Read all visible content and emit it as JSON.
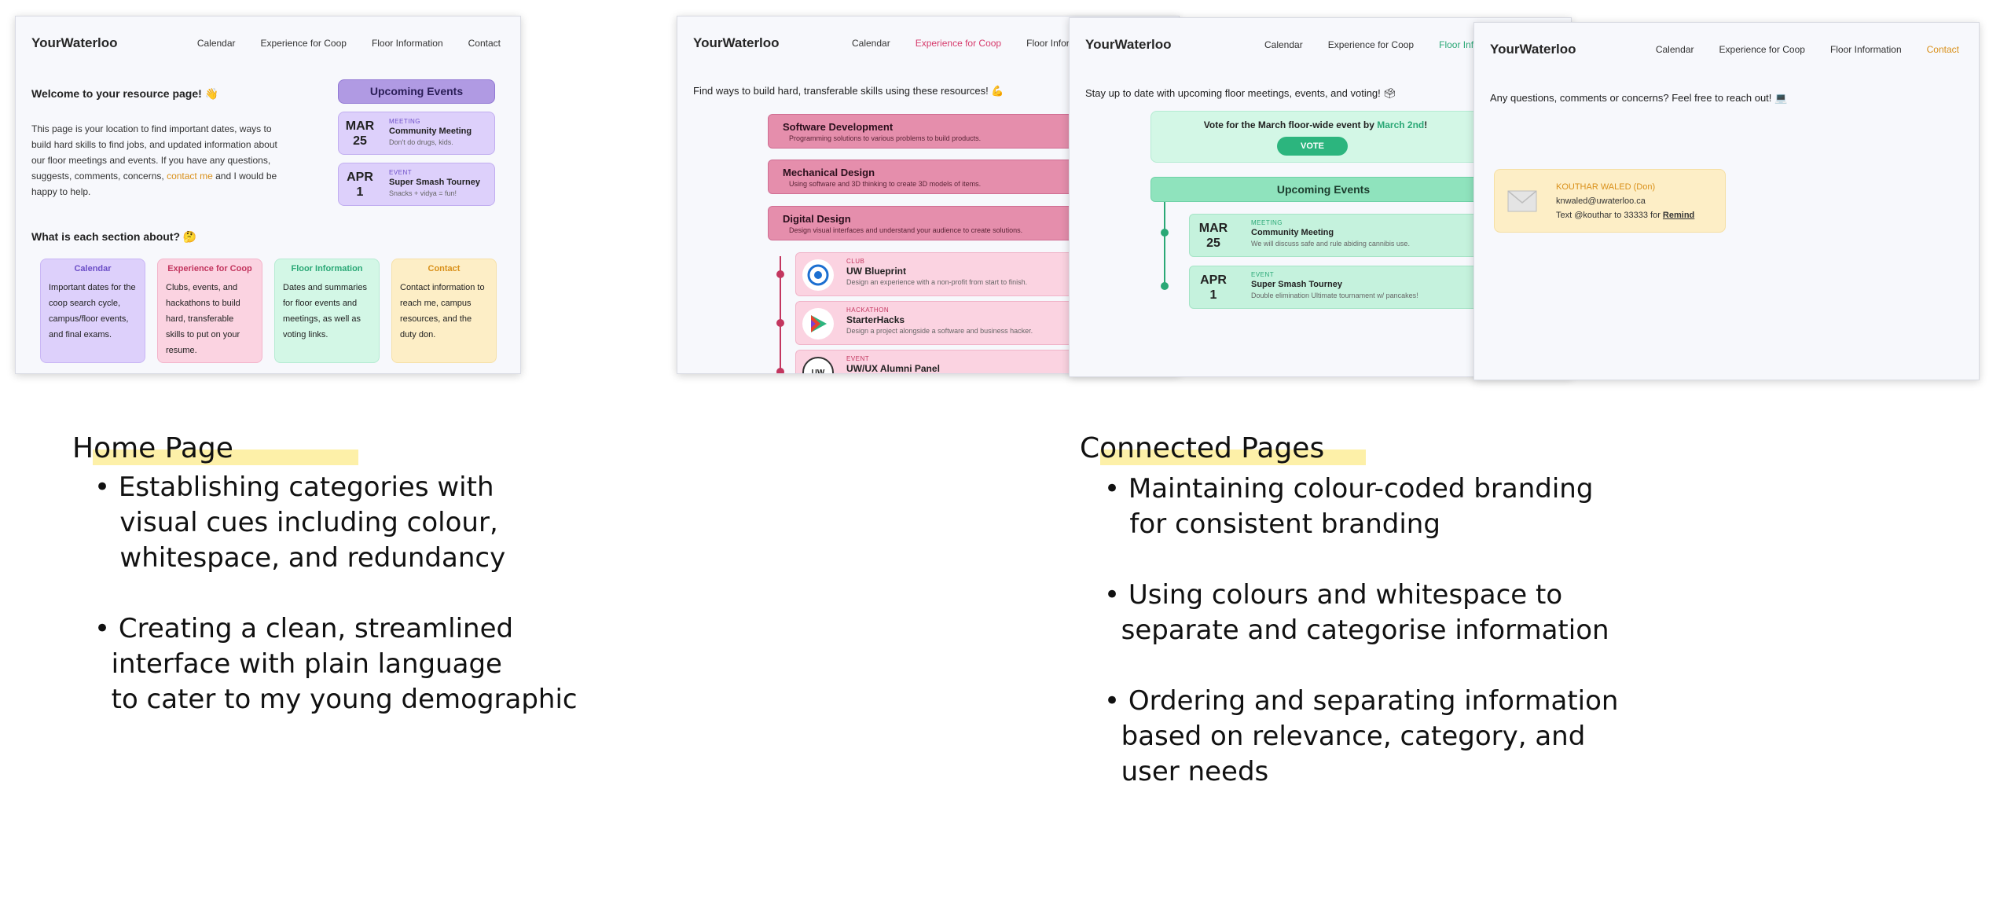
{
  "nav": {
    "brand": "YourWaterloo",
    "links": [
      "Calendar",
      "Experience for Coop",
      "Floor Information",
      "Contact"
    ],
    "coop_links": [
      "Calendar",
      "Experience for Coop",
      "Floor Inforr"
    ],
    "floor_links": [
      "Calendar",
      "Experience for Coop",
      "Floor Informa"
    ]
  },
  "home": {
    "welcome": "Welcome to your resource page! 👋",
    "intro_before": "This page is your location to find important dates, ways to build hard skills to find jobs, and updated information about our floor meetings and events. If you have any questions, suggests, comments, concerns, ",
    "intro_link": "contact me",
    "intro_after": " and I would be happy to help.",
    "section_heading": "What is each section about? 🤔",
    "upcoming_title": "Upcoming Events",
    "events": [
      {
        "month": "MAR",
        "day": "25",
        "kind": "MEETING",
        "title": "Community Meeting",
        "sub": "Don't do drugs, kids."
      },
      {
        "month": "APR",
        "day": "1",
        "kind": "EVENT",
        "title": "Super Smash Tourney",
        "sub": "Snacks + vidya = fun!"
      }
    ],
    "cards": [
      {
        "title": "Calendar",
        "body": "Important dates for the coop search cycle, campus/floor events, and final exams."
      },
      {
        "title": "Experience for Coop",
        "body": "Clubs, events, and hackathons to build hard, transferable skills to put on your resume."
      },
      {
        "title": "Floor Information",
        "body": "Dates and summaries for floor events and meetings, as well as voting links."
      },
      {
        "title": "Contact",
        "body": "Contact information to reach me, campus resources, and the duty don."
      }
    ]
  },
  "coop": {
    "intro": "Find ways to build hard, transferable skills using these resources! 💪",
    "sections": [
      {
        "title": "Software Development",
        "sub": "Programming solutions to various problems to build products."
      },
      {
        "title": "Mechanical Design",
        "sub": "Using software and 3D thinking to create 3D models of items."
      },
      {
        "title": "Digital Design",
        "sub": "Design visual interfaces and understand your audience to create solutions."
      }
    ],
    "items": [
      {
        "kind": "CLUB",
        "title": "UW Blueprint",
        "sub": "Design an experience with a non-profit from start to finish.",
        "logo": ""
      },
      {
        "kind": "HACKATHON",
        "title": "StarterHacks",
        "sub": "Design a project alongside a software and business hacker.",
        "logo": ""
      },
      {
        "kind": "EVENT",
        "title": "UW/UX Alumni Panel",
        "sub": "",
        "logo": "UW"
      }
    ]
  },
  "floor": {
    "intro": "Stay up to date with upcoming floor meetings, events, and voting! 🗳",
    "vote_text": "Vote for the March floor-wide event by ",
    "vote_date": "March 2nd",
    "vote_end": "!",
    "vote_button": "VOTE",
    "upcoming_title": "Upcoming Events",
    "events": [
      {
        "month": "MAR",
        "day": "25",
        "kind": "MEETING",
        "title": "Community Meeting",
        "sub": "We will discuss safe and rule abiding cannibis use."
      },
      {
        "month": "APR",
        "day": "1",
        "kind": "EVENT",
        "title": "Super Smash Tourney",
        "sub": "Double elimination Ultimate tournament w/ pancakes!"
      }
    ]
  },
  "contact": {
    "intro": "Any questions, comments or concerns? Feel free to reach out! 💻",
    "name": "KOUTHAR WALED (Don)",
    "email": "knwaled@uwaterloo.ca",
    "text_before": "Text @kouthar to 33333 for ",
    "text_link": "Remind"
  },
  "captions": {
    "left_title": "Home Page",
    "left_bullets": [
      "• Establishing categories with\n   visual cues including colour,\n   whitespace, and redundancy",
      "• Creating a clean, streamlined\n  interface with plain language\n  to cater to my young demographic"
    ],
    "right_title": "Connected Pages",
    "right_bullets": [
      "• Maintaining colour-coded branding\n   for consistent branding",
      "• Using colours and whitespace to\n  separate and categorise information",
      "• Ordering and separating information\n  based on relevance, category, and\n  user needs"
    ]
  },
  "colors": {
    "calendar": "#ddd0fb",
    "coop": "#fbd3e1",
    "floor": "#d3f7e6",
    "contact": "#fdeec6",
    "highlight": "#fdf0a8"
  }
}
